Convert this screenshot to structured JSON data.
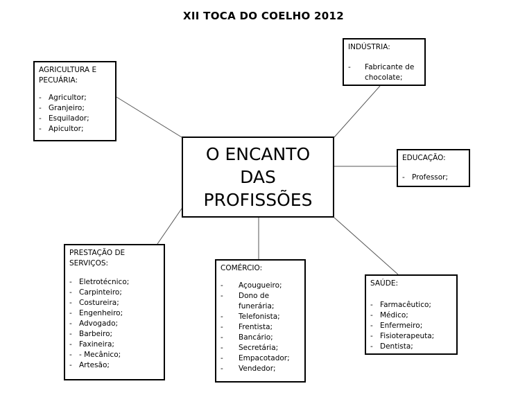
{
  "title": "XII TOCA DO COELHO 2012",
  "center": {
    "lines": [
      "O ENCANTO",
      "DAS",
      "PROFISSÕES"
    ]
  },
  "boxes": {
    "agricultura": {
      "heading_lines": [
        "AGRICULTURA E",
        "PECUÁRIA:"
      ],
      "items": [
        "Agricultor;",
        "Granjeiro;",
        "Esquilador;",
        "Apicultor;"
      ]
    },
    "industria": {
      "heading_lines": [
        "INDÚSTRIA:"
      ],
      "items": [
        "Fabricante de chocolate;"
      ]
    },
    "educacao": {
      "heading_lines": [
        "EDUCAÇÃO:"
      ],
      "items": [
        "Professor;"
      ]
    },
    "prestacao": {
      "heading_lines": [
        "PRESTAÇÃO DE",
        "SERVIÇOS:"
      ],
      "items": [
        "Eletrotécnico;",
        "Carpinteiro;",
        "Costureira;",
        "Engenheiro;",
        "Advogado;",
        "Barbeiro;",
        "Faxineira;",
        "- Mecânico;",
        "Artesão;"
      ]
    },
    "comercio": {
      "heading_lines": [
        "COMÉRCIO:"
      ],
      "items": [
        "Açougueiro;",
        "Dono de funerária;",
        "Telefonista;",
        "Frentista;",
        "Bancário;",
        "Secretária;",
        "Empacotador;",
        "Vendedor;"
      ]
    },
    "saude": {
      "heading_lines": [
        "SAÚDE:"
      ],
      "items": [
        "Farmacêutico;",
        "Médico;",
        "Enfermeiro;",
        "Fisioterapeuta;",
        "Dentista;"
      ]
    }
  },
  "bullet": "-"
}
